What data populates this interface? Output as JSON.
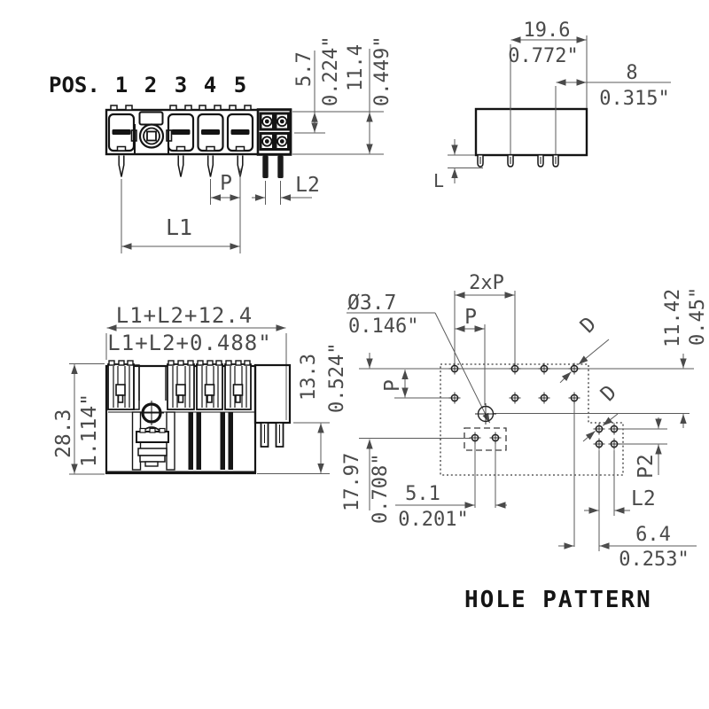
{
  "front_view": {
    "pos_label": "POS.",
    "positions": [
      "1",
      "2",
      "3",
      "4",
      "5"
    ],
    "dims": {
      "d57_mm": "5.7",
      "d57_in": "0.224\"",
      "d114_mm": "11.4",
      "d114_in": "0.449\"",
      "p": "P",
      "l2": "L2",
      "l1": "L1"
    }
  },
  "top_view": {
    "dims": {
      "d196_mm": "19.6",
      "d196_in": "0.772\"",
      "d8_mm": "8",
      "d8_in": "0.315\"",
      "pin_length": "L"
    }
  },
  "side_view": {
    "dims": {
      "len_mm": "L1+L2+12.4",
      "len_in": "L1+L2+0.488\"",
      "h_mm": "28.3",
      "h_in": "1.114\"",
      "step_mm": "13.3",
      "step_in": "0.524\""
    }
  },
  "hole_pattern": {
    "title": "HOLE PATTERN",
    "dims": {
      "dia_mm": "Ø3.7",
      "dia_in": "0.146\"",
      "two_p": "2xP",
      "p_top": "P",
      "p_left": "P",
      "d1797_mm": "17.97",
      "d1797_in": "0.708\"",
      "d1142_mm": "11.42",
      "d1142_in": "0.45\"",
      "d51_mm": "5.1",
      "d51_in": "0.201\"",
      "p2": "P2",
      "l2": "L2",
      "d64_mm": "6.4",
      "d64_in": "0.253\"",
      "d_label_1": "D",
      "d_label_2": "D"
    }
  }
}
